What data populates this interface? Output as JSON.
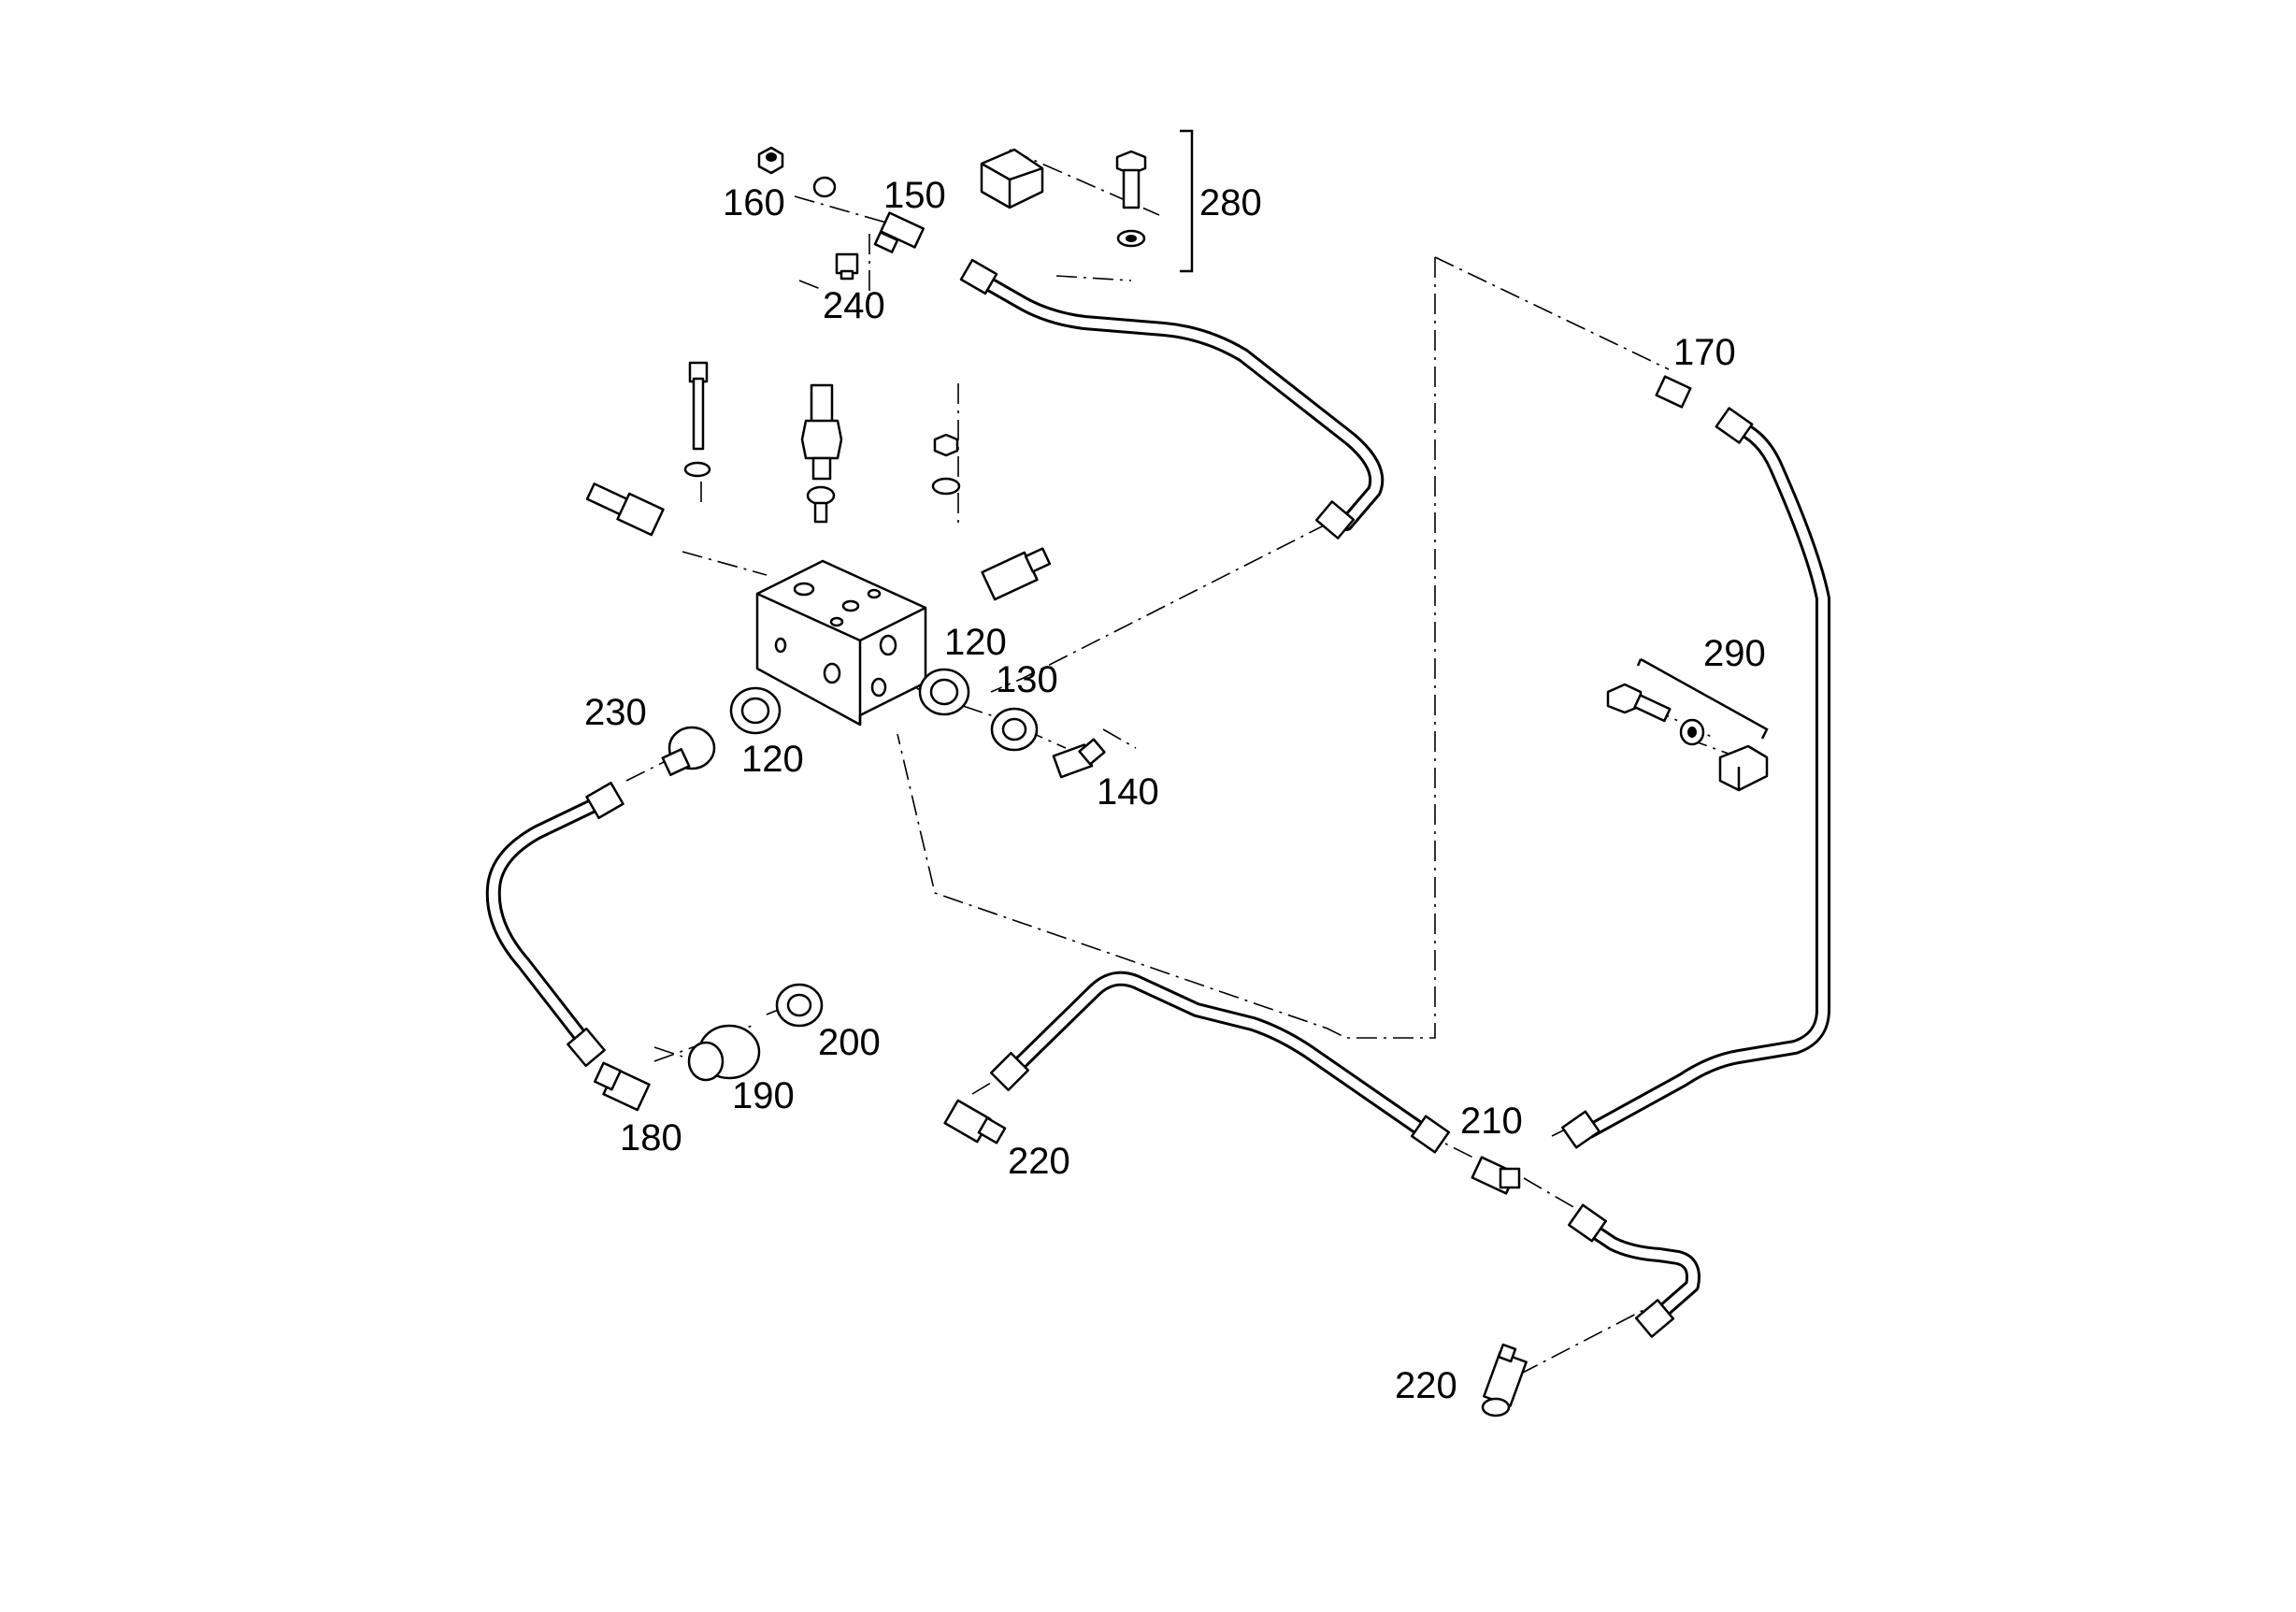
{
  "diagram": {
    "labels": {
      "p120a": "120",
      "p120b": "120",
      "p130": "130",
      "p140": "140",
      "p150": "150",
      "p160": "160",
      "p170": "170",
      "p180": "180",
      "p190": "190",
      "p200": "200",
      "p210": "210",
      "p220a": "220",
      "p220b": "220",
      "p230": "230",
      "p240": "240",
      "p280": "280",
      "p290": "290"
    }
  }
}
